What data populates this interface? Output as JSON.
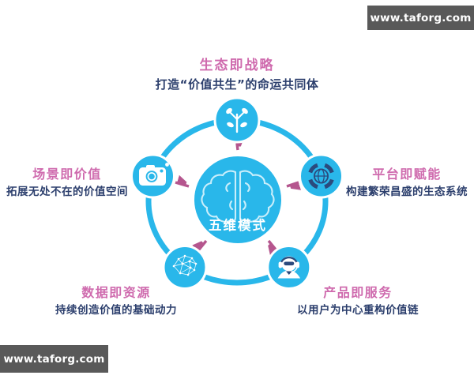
{
  "center": {
    "label": "五维模式",
    "icon": "brain-icon"
  },
  "nodes": [
    {
      "id": "ecosystem",
      "position": "top",
      "icon": "sprout-icon",
      "title": "生态即战略",
      "subtitle": "打造“价值共生”的命运共同体"
    },
    {
      "id": "platform",
      "position": "right",
      "icon": "globe-icon",
      "title": "平台即赋能",
      "subtitle": "构建繁荣昌盛的生态系统"
    },
    {
      "id": "product",
      "position": "bottom-right",
      "icon": "headset-icon",
      "title": "产品即服务",
      "subtitle": "以用户为中心重构价值链"
    },
    {
      "id": "data",
      "position": "bottom-left",
      "icon": "network-icon",
      "title": "数据即资源",
      "subtitle": "持续创造价值的基础动力"
    },
    {
      "id": "scene",
      "position": "left",
      "icon": "camera-icon",
      "title": "场景即价值",
      "subtitle": "拓展无处不在的价值空间"
    }
  ],
  "watermark_top": {
    "text": "www.taforg.com"
  },
  "watermark_bottom": {
    "text": "www.taforg.com"
  },
  "colors": {
    "cyan": "#29b7ea",
    "pink_heading": "#cf6bae",
    "arrow_pink": "#b5568e",
    "navy_text": "#2c3f6d",
    "icon_navy": "#2b4a7d",
    "brain_outline": "#c9eefb",
    "watermark_bg": "#595959",
    "watermark_text": "#ffffff"
  }
}
